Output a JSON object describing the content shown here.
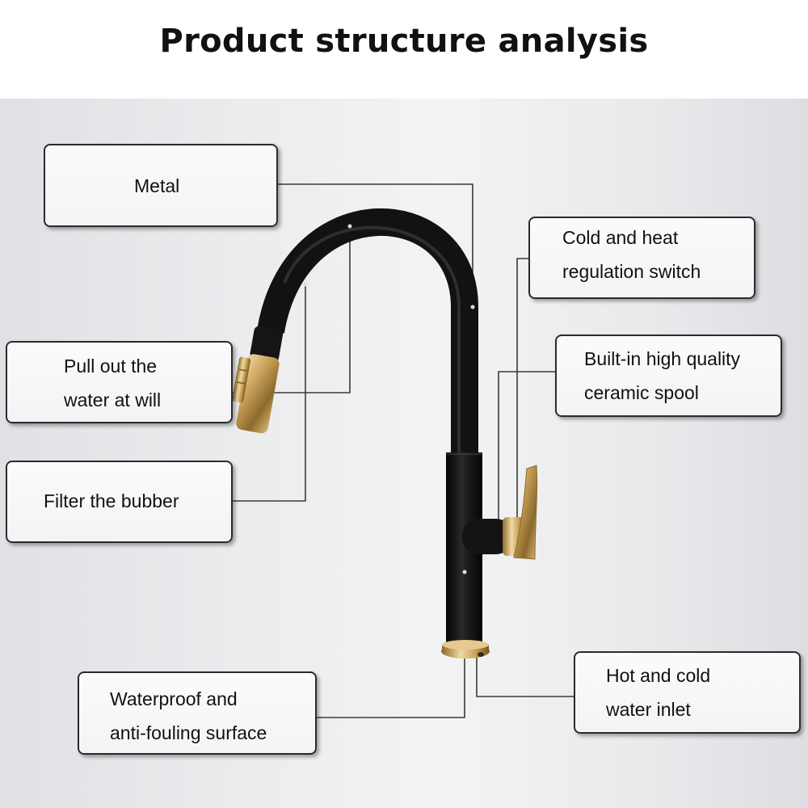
{
  "title": "Product structure analysis",
  "callouts": {
    "metal": {
      "lines": [
        "Metal"
      ]
    },
    "pull_out": {
      "lines": [
        "Pull out the",
        "water at will"
      ]
    },
    "filter": {
      "lines": [
        "Filter the bubber"
      ]
    },
    "waterproof": {
      "lines": [
        "Waterproof and",
        "anti-fouling surface"
      ]
    },
    "switch": {
      "lines": [
        "Cold and heat",
        "regulation switch"
      ]
    },
    "spool": {
      "lines": [
        "Built-in high quality",
        "ceramic spool"
      ]
    },
    "inlet": {
      "lines": [
        "Hot and cold",
        "water inlet"
      ]
    }
  },
  "colors": {
    "faucet_body": "#141414",
    "gold_accent": "#c9a25a",
    "leader_line": "#3a3a3a"
  }
}
